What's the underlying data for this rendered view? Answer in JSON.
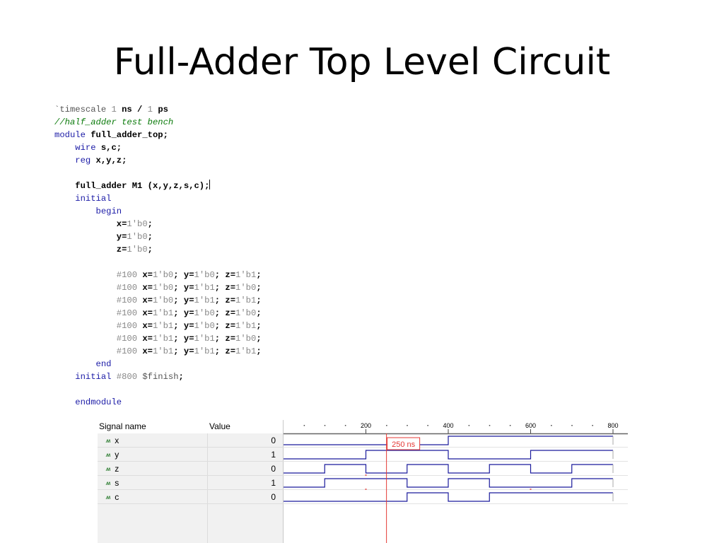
{
  "slide": {
    "title": "Full-Adder Top Level Circuit"
  },
  "code_lines": [
    [
      [
        "dir",
        "`timescale "
      ],
      [
        "num",
        "1 "
      ],
      [
        "id",
        "ns / "
      ],
      [
        "num",
        "1 "
      ],
      [
        "id",
        "ps"
      ]
    ],
    [
      [
        "cm",
        "//half_adder test bench"
      ]
    ],
    [
      [
        "kw",
        "module "
      ],
      [
        "id",
        "full_adder_top;"
      ]
    ],
    [
      [
        "kw",
        "    wire "
      ],
      [
        "id",
        "s,c;"
      ]
    ],
    [
      [
        "kw",
        "    reg "
      ],
      [
        "id",
        "x,y,z;"
      ]
    ],
    [],
    [
      [
        "id",
        "    full_adder M1 (x,y,z,s,c);"
      ],
      [
        "cursor",
        ""
      ]
    ],
    [
      [
        "kw",
        "    initial"
      ]
    ],
    [
      [
        "kw",
        "        begin"
      ]
    ],
    [
      [
        "id",
        "            x="
      ],
      [
        "num",
        "1'b0"
      ],
      [
        "id",
        ";"
      ]
    ],
    [
      [
        "id",
        "            y="
      ],
      [
        "num",
        "1'b0"
      ],
      [
        "id",
        ";"
      ]
    ],
    [
      [
        "id",
        "            z="
      ],
      [
        "num",
        "1'b0"
      ],
      [
        "id",
        ";"
      ]
    ],
    [],
    [
      [
        "num",
        "            #100 "
      ],
      [
        "id",
        "x="
      ],
      [
        "num",
        "1'b0"
      ],
      [
        "id",
        "; y="
      ],
      [
        "num",
        "1'b0"
      ],
      [
        "id",
        "; z="
      ],
      [
        "num",
        "1'b1"
      ],
      [
        "id",
        ";"
      ]
    ],
    [
      [
        "num",
        "            #100 "
      ],
      [
        "id",
        "x="
      ],
      [
        "num",
        "1'b0"
      ],
      [
        "id",
        "; y="
      ],
      [
        "num",
        "1'b1"
      ],
      [
        "id",
        "; z="
      ],
      [
        "num",
        "1'b0"
      ],
      [
        "id",
        ";"
      ]
    ],
    [
      [
        "num",
        "            #100 "
      ],
      [
        "id",
        "x="
      ],
      [
        "num",
        "1'b0"
      ],
      [
        "id",
        "; y="
      ],
      [
        "num",
        "1'b1"
      ],
      [
        "id",
        "; z="
      ],
      [
        "num",
        "1'b1"
      ],
      [
        "id",
        ";"
      ]
    ],
    [
      [
        "num",
        "            #100 "
      ],
      [
        "id",
        "x="
      ],
      [
        "num",
        "1'b1"
      ],
      [
        "id",
        "; y="
      ],
      [
        "num",
        "1'b0"
      ],
      [
        "id",
        "; z="
      ],
      [
        "num",
        "1'b0"
      ],
      [
        "id",
        ";"
      ]
    ],
    [
      [
        "num",
        "            #100 "
      ],
      [
        "id",
        "x="
      ],
      [
        "num",
        "1'b1"
      ],
      [
        "id",
        "; y="
      ],
      [
        "num",
        "1'b0"
      ],
      [
        "id",
        "; z="
      ],
      [
        "num",
        "1'b1"
      ],
      [
        "id",
        ";"
      ]
    ],
    [
      [
        "num",
        "            #100 "
      ],
      [
        "id",
        "x="
      ],
      [
        "num",
        "1'b1"
      ],
      [
        "id",
        "; y="
      ],
      [
        "num",
        "1'b1"
      ],
      [
        "id",
        "; z="
      ],
      [
        "num",
        "1'b0"
      ],
      [
        "id",
        ";"
      ]
    ],
    [
      [
        "num",
        "            #100 "
      ],
      [
        "id",
        "x="
      ],
      [
        "num",
        "1'b1"
      ],
      [
        "id",
        "; y="
      ],
      [
        "num",
        "1'b1"
      ],
      [
        "id",
        "; z="
      ],
      [
        "num",
        "1'b1"
      ],
      [
        "id",
        ";"
      ]
    ],
    [
      [
        "kw",
        "        end"
      ]
    ],
    [
      [
        "kw",
        "    initial "
      ],
      [
        "num",
        "#800 "
      ],
      [
        "nm",
        "$finish"
      ],
      [
        "id",
        ";"
      ]
    ],
    [],
    [
      [
        "kw",
        "    endmodule"
      ]
    ]
  ],
  "waveform": {
    "header": {
      "signal_name": "Signal name",
      "value": "Value"
    },
    "time_ticks": [
      200,
      400,
      600,
      800
    ],
    "time_range": [
      0,
      800
    ],
    "cursor": {
      "time": 250,
      "label": "250 ns"
    },
    "signals": [
      {
        "name": "x",
        "value": "0",
        "levels": [
          0,
          0,
          0,
          0,
          1,
          1,
          1,
          1
        ]
      },
      {
        "name": "y",
        "value": "1",
        "levels": [
          0,
          0,
          1,
          1,
          0,
          0,
          1,
          1
        ]
      },
      {
        "name": "z",
        "value": "0",
        "levels": [
          0,
          1,
          0,
          1,
          0,
          1,
          0,
          1
        ]
      },
      {
        "name": "s",
        "value": "1",
        "levels": [
          0,
          1,
          1,
          0,
          1,
          0,
          0,
          1
        ]
      },
      {
        "name": "c",
        "value": "0",
        "levels": [
          0,
          0,
          0,
          1,
          0,
          1,
          1,
          1
        ]
      }
    ],
    "colors": {
      "trace": "#1a1a9c",
      "cursor": "#e53935",
      "tick_red": "#e53935"
    }
  }
}
